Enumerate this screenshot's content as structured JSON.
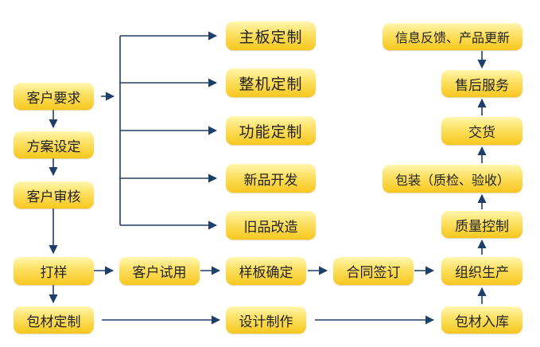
{
  "colors": {
    "box_top": "#fff6b0",
    "box_bottom": "#f6c71d",
    "line": "#1f3f6b"
  },
  "nodes": {
    "customer_request": "客户要求",
    "plan_setting": "方案设定",
    "customer_review": "客户审核",
    "proofing": "打样",
    "packaging_custom": "包材定制",
    "mainboard_custom": "主板定制",
    "whole_machine_custom": "整机定制",
    "function_custom": "功能定制",
    "new_product_dev": "新品开发",
    "old_product_rework": "旧品改造",
    "customer_trial": "客户试用",
    "sample_confirm": "样板确定",
    "contract_sign": "合同签订",
    "production": "组织生产",
    "design_make": "设计制作",
    "packaging_storage": "包材入库",
    "quality_control": "质量控制",
    "packing_inspection": "包装（质检、验收）",
    "delivery": "交货",
    "after_sales": "售后服务",
    "feedback_update": "信息反馈、产品更新"
  }
}
